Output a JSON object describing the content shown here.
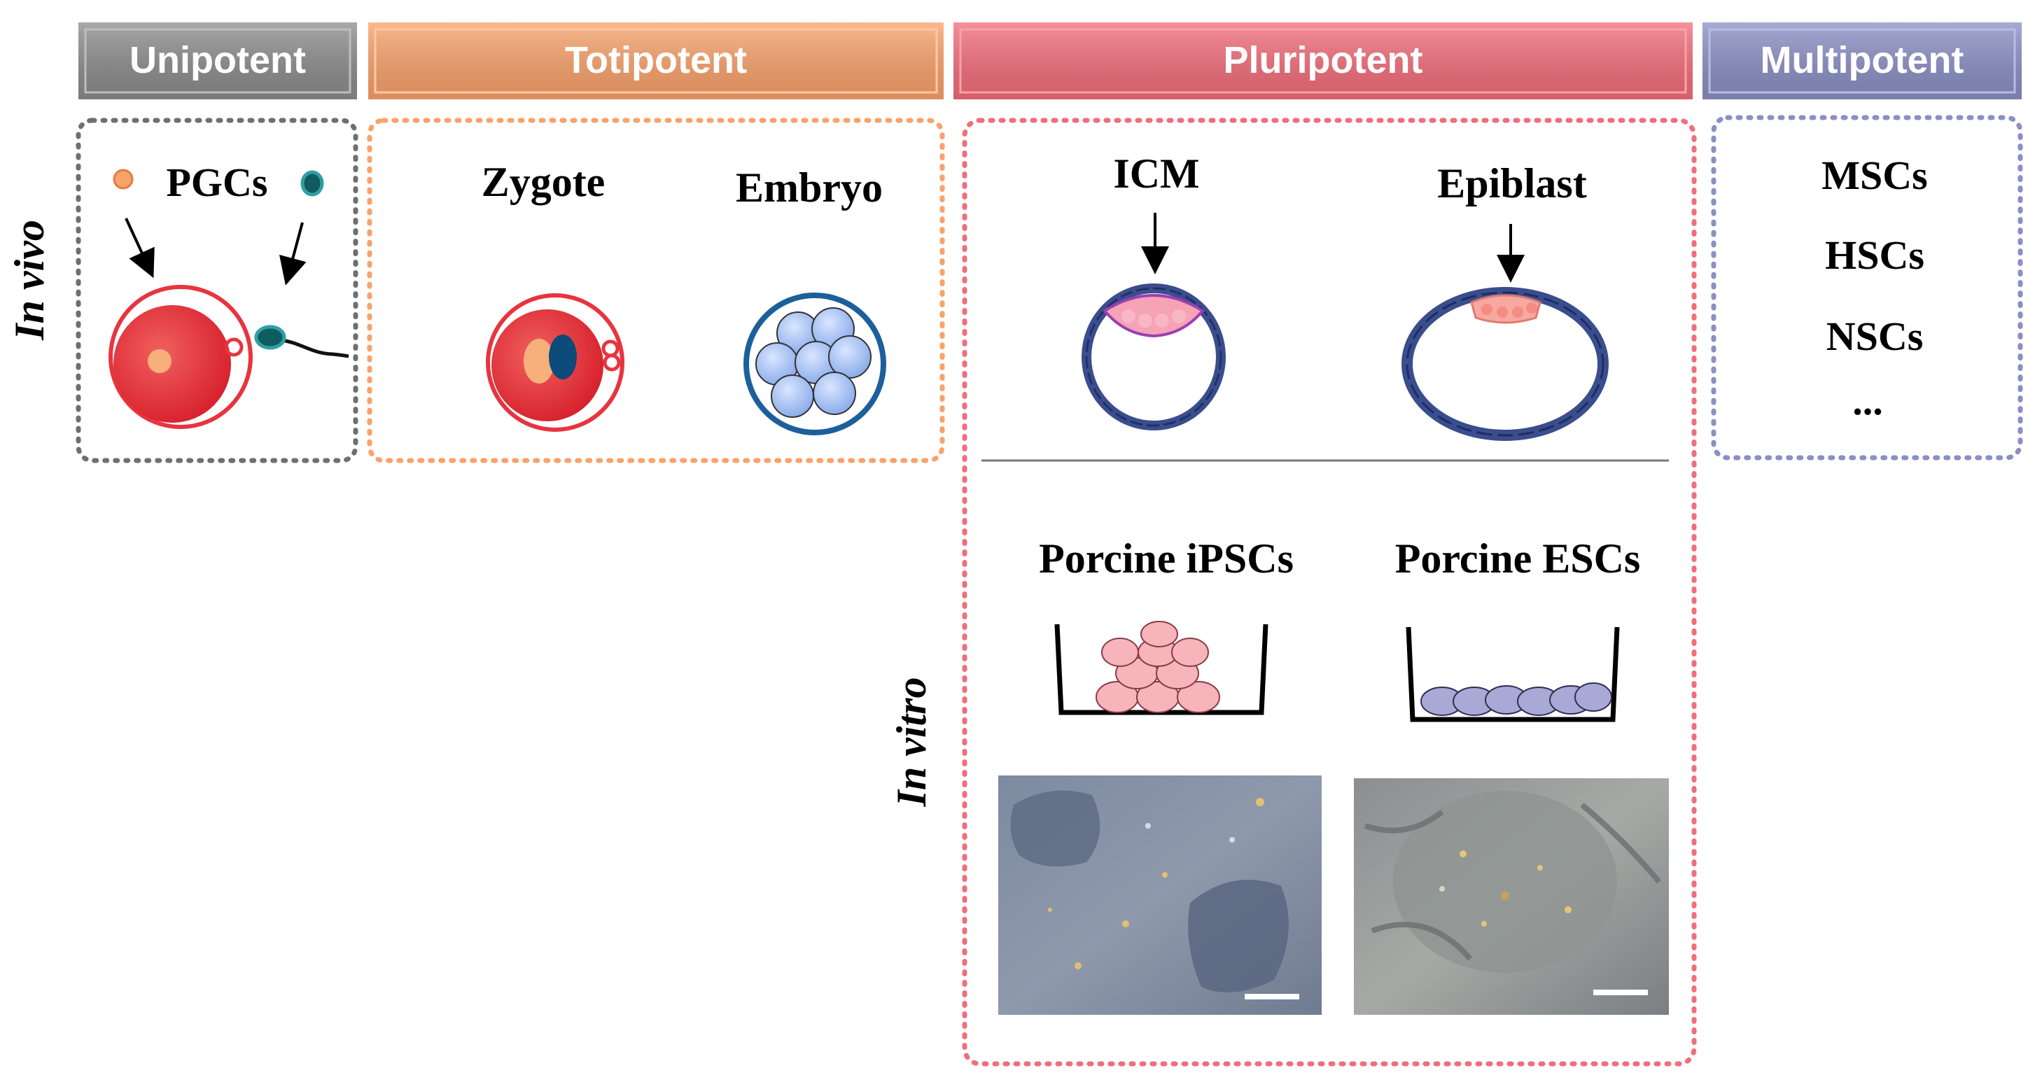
{
  "headers": {
    "unipotent": "Unipotent",
    "totipotent": "Totipotent",
    "pluripotent": "Pluripotent",
    "multipotent": "Multipotent"
  },
  "side_labels": {
    "in_vivo": "In vivo",
    "in_vitro": "In vitro"
  },
  "unipotent": {
    "pgcs": "PGCs"
  },
  "totipotent": {
    "zygote": "Zygote",
    "embryo": "Embryo"
  },
  "pluripotent": {
    "icm": "ICM",
    "epiblast": "Epiblast",
    "ipscs": "Porcine iPSCs",
    "escs": "Porcine ESCs"
  },
  "multipotent": {
    "items": [
      "MSCs",
      "HSCs",
      "NSCs",
      "..."
    ]
  },
  "colors": {
    "unipotent": "#8c8c8c",
    "totipotent": "#f9a26b",
    "pluripotent": "#f26d7a",
    "multipotent": "#8a8fc4",
    "cell_red": "#e8343f",
    "embryo_blue": "#9db8ef",
    "teal": "#1b7a7c"
  }
}
